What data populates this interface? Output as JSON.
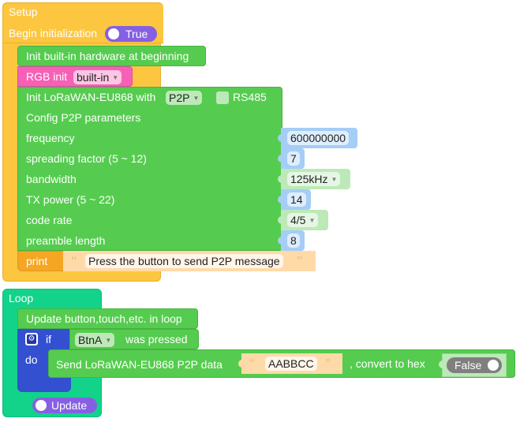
{
  "setup": {
    "title": "Setup",
    "begin_label": "Begin initialization",
    "begin_toggle": "True",
    "init_hw": "Init built-in hardware at beginning",
    "rgb_label": "RGB init",
    "rgb_option": "built-in",
    "lora": {
      "init_label": "Init LoRaWAN-EU868 with",
      "mode_option": "P2P",
      "rs485_label": "RS485",
      "rs485_checked": false,
      "config_label": "Config P2P parameters",
      "params": [
        {
          "label": "frequency",
          "value": "600000000",
          "kind": "number"
        },
        {
          "label": "spreading factor (5 ~ 12)",
          "value": "7",
          "kind": "number"
        },
        {
          "label": "bandwidth",
          "value": "125kHz",
          "kind": "dropdown"
        },
        {
          "label": "TX power (5 ~ 22)",
          "value": "14",
          "kind": "number"
        },
        {
          "label": "code rate",
          "value": "4/5",
          "kind": "dropdown"
        },
        {
          "label": "preamble length",
          "value": "8",
          "kind": "number"
        }
      ]
    },
    "print_label": "print",
    "print_text": "Press the button to send P2P message"
  },
  "loop": {
    "title": "Loop",
    "update_label": "Update button,touch,etc. in loop",
    "if_label": "if",
    "do_label": "do",
    "button_option": "BtnA",
    "was_pressed": "was pressed",
    "send_label": "Send LoRaWAN-EU868 P2P data",
    "send_text": "AABBCC",
    "convert_label": ", convert to hex",
    "convert_toggle": "False",
    "update_toggle": "Update"
  },
  "colors": {
    "setup": "#fcc641",
    "loop": "#12d389",
    "block_green": "#55cc4f",
    "rgb_pink": "#f760b6",
    "print_orange": "#f5a623",
    "text_peach": "#ffdaa9",
    "toggle_purple": "#8560e3",
    "toggle_false": "#7f7f7f",
    "if_blue": "#3350d0"
  }
}
